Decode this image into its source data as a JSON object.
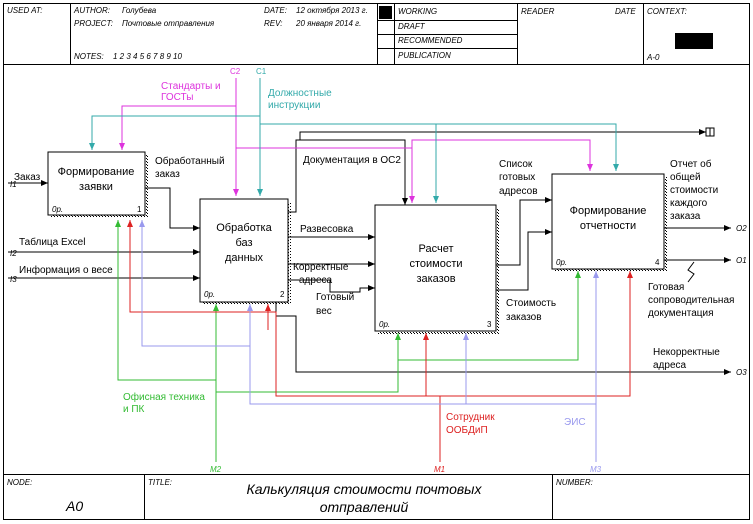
{
  "header": {
    "used_at": "USED AT:",
    "author_label": "AUTHOR:",
    "author": "Голубева",
    "project_label": "PROJECT:",
    "project": "Почтовые отправления",
    "date_label": "DATE:",
    "date": "12 октября 2013 г.",
    "rev_label": "REV:",
    "rev": "20 января 2014 г.",
    "notes_label": "NOTES:",
    "notes": "1  2  3  4  5  6  7  8  9  10",
    "status": [
      "WORKING",
      "DRAFT",
      "RECOMMENDED",
      "PUBLICATION"
    ],
    "reader": "READER",
    "reader_date": "DATE",
    "context": "CONTEXT:",
    "context_node": "A-0"
  },
  "boxes": [
    {
      "title1": "Формирование",
      "title2": "заявки",
      "title3": "",
      "cost": "0р.",
      "num": "1"
    },
    {
      "title1": "Обработка",
      "title2": "баз",
      "title3": "данных",
      "cost": "0р.",
      "num": "2"
    },
    {
      "title1": "Расчет",
      "title2": "стоимости",
      "title3": "заказов",
      "cost": "0р.",
      "num": "3"
    },
    {
      "title1": "Формирование",
      "title2": "отчетности",
      "title3": "",
      "cost": "0р.",
      "num": "4"
    }
  ],
  "labels": {
    "standards1": "Стандарты и",
    "standards2": "ГОСТы",
    "instr1": "Должностные",
    "instr2": "инструкции",
    "c2": "C2",
    "c1": "C1",
    "order": "Заказ",
    "i1": "I1",
    "i2": "I2",
    "i3": "I3",
    "excel": "Таблица Excel",
    "weightinfo": "Информация о весе",
    "processed1": "Обработанный",
    "processed2": "заказ",
    "docs": "Документация в ОС2",
    "weigh": "Развесовка",
    "addr1": "Корректные",
    "addr2": "адреса",
    "ready1": "Готовый",
    "ready2": "вес",
    "list1": "Список",
    "list2": "готовых",
    "list3": "адресов",
    "cost1": "Стоимость",
    "cost2": "заказов",
    "report1": "Отчет об",
    "report2": "общей",
    "report3": "стоимости",
    "report4": "каждого",
    "report5": "заказа",
    "o2": "O2",
    "o1": "O1",
    "o3": "O3",
    "accomp1": "Готовая",
    "accomp2": "сопроводительная",
    "accomp3": "документация",
    "incorrect1": "Некорректные",
    "incorrect2": "адреса",
    "office1": "Офисная техника",
    "office2": "и ПК",
    "m2": "M2",
    "worker1": "Сотрудник",
    "worker2": "ООБДиП",
    "m1": "M1",
    "eis": "ЭИС",
    "m3": "M3"
  },
  "footer": {
    "node_label": "NODE:",
    "node": "A0",
    "title_label": "TITLE:",
    "title1": "Калькуляция стоимости  почтовых",
    "title2": "отправлений",
    "number_label": "NUMBER:"
  },
  "colors": {
    "magenta": "#dd33dd",
    "teal": "#33aaaa",
    "green": "#33bb33",
    "red": "#dd2222",
    "lavender": "#9999ee"
  }
}
